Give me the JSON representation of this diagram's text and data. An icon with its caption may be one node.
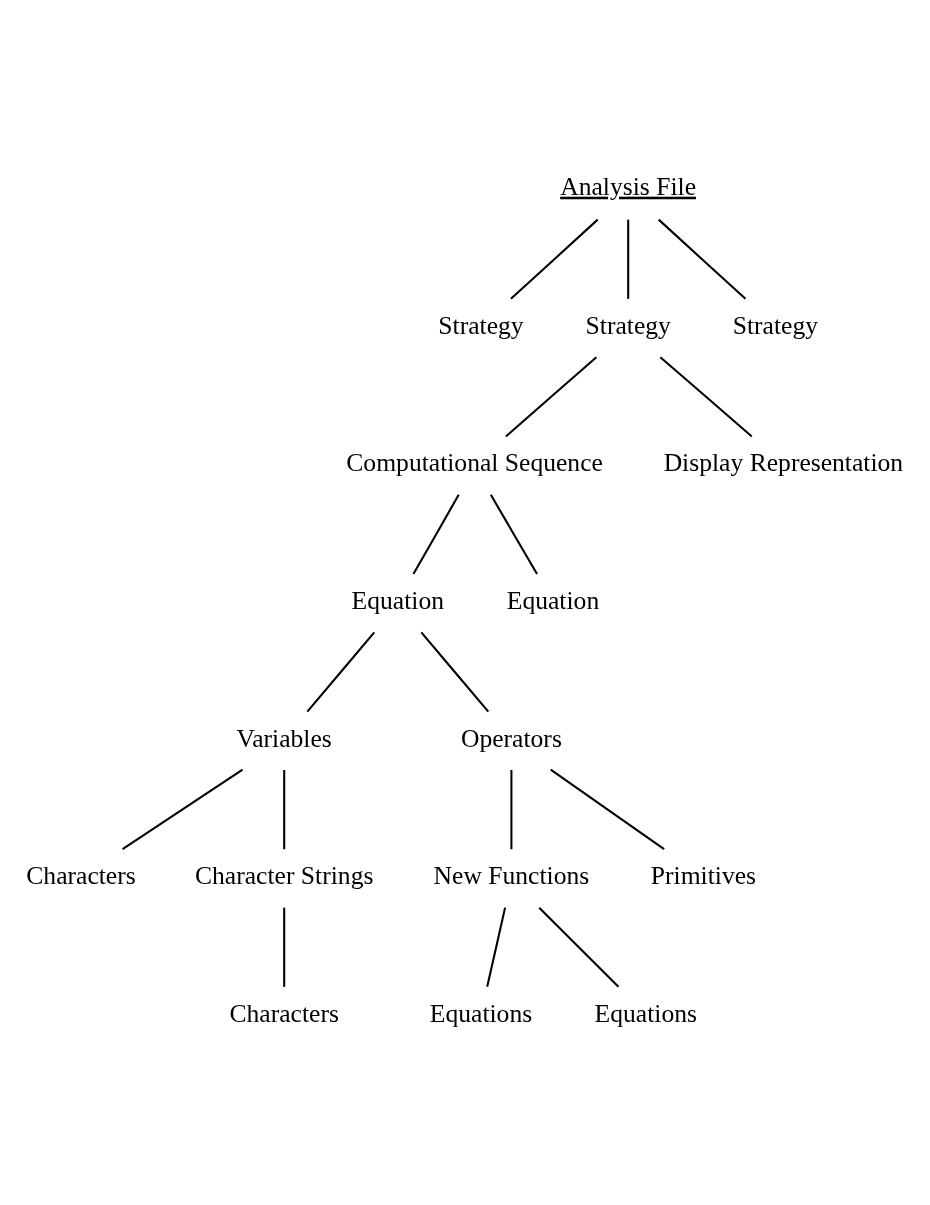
{
  "diagram": {
    "nodes": [
      {
        "text": [
          "Analysis File"
        ]
      },
      {
        "text": [
          "Strategy"
        ]
      },
      {
        "text": [
          "Strategy"
        ]
      },
      {
        "text": [
          "Strategy"
        ]
      },
      {
        "text": [
          "Computational Sequence"
        ]
      },
      {
        "text": [
          "Display Representation"
        ]
      },
      {
        "text": [
          "Equation"
        ]
      },
      {
        "text": [
          "Equation"
        ]
      },
      {
        "text": [
          "Variables"
        ]
      },
      {
        "text": [
          "Operators"
        ]
      },
      {
        "text": [
          "Characters"
        ]
      },
      {
        "text": [
          "Character Strings"
        ]
      },
      {
        "text": [
          "New Functions"
        ]
      },
      {
        "text": [
          "Primitives"
        ]
      },
      {
        "text": [
          "Characters"
        ]
      },
      {
        "text": [
          "Equations"
        ]
      },
      {
        "text": [
          "Equations"
        ]
      }
    ],
    "edges": [
      {
        "from": 0,
        "to": 1,
        "arrow": "none"
      },
      {
        "from": 0,
        "to": 2,
        "arrow": "none"
      },
      {
        "from": 0,
        "to": 3,
        "arrow": "none"
      },
      {
        "from": 2,
        "to": 4,
        "arrow": "none"
      },
      {
        "from": 2,
        "to": 5,
        "arrow": "none"
      },
      {
        "from": 4,
        "to": 6,
        "arrow": "none"
      },
      {
        "from": 4,
        "to": 7,
        "arrow": "none"
      },
      {
        "from": 6,
        "to": 8,
        "arrow": "none"
      },
      {
        "from": 6,
        "to": 9,
        "arrow": "none"
      },
      {
        "from": 8,
        "to": 10,
        "arrow": "none"
      },
      {
        "from": 8,
        "to": 11,
        "arrow": "none"
      },
      {
        "from": 9,
        "to": 12,
        "arrow": "none"
      },
      {
        "from": 9,
        "to": 13,
        "arrow": "none"
      },
      {
        "from": 11,
        "to": 14,
        "arrow": "none"
      },
      {
        "from": 12,
        "to": 15,
        "arrow": "none"
      },
      {
        "from": 12,
        "to": 16,
        "arrow": "none"
      }
    ]
  }
}
